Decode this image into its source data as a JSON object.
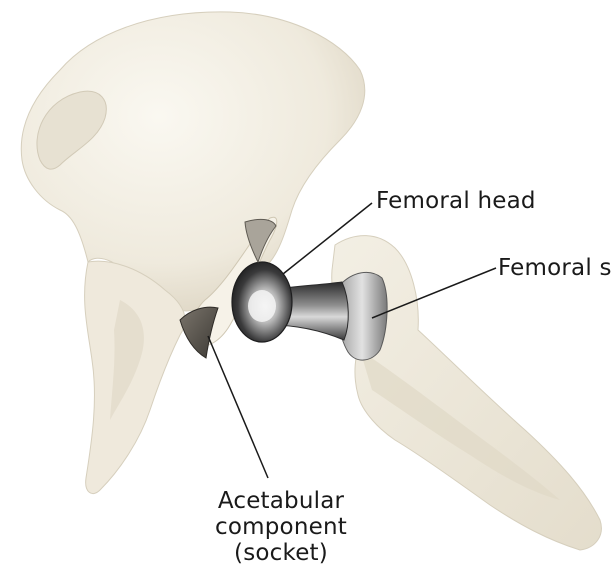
{
  "labels": {
    "femoral_head": "Femoral head",
    "femoral_stem": "Femoral s",
    "acetabular_line1": "Acetabular",
    "acetabular_line2": "component",
    "acetabular_line3": "(socket)"
  },
  "colors": {
    "bone": "#f1ede2",
    "bone_shadow": "#d9d2c1",
    "metal_dark": "#2f2f30",
    "metal_light": "#c9c9c9",
    "leader_line": "#1a1a1a"
  }
}
